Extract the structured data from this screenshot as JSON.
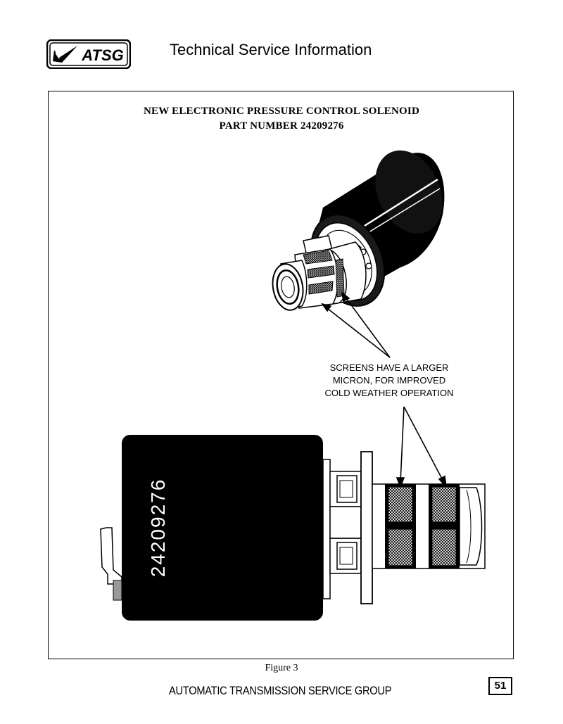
{
  "header": {
    "logo_text": "ATSG",
    "title": "Technical Service Information"
  },
  "figure": {
    "title_line1": "NEW ELECTRONIC PRESSURE CONTROL SOLENOID",
    "title_line2": "PART NUMBER 24209276",
    "callout_line1": "SCREENS HAVE A LARGER",
    "callout_line2": "MICRON, FOR IMPROVED",
    "callout_line3": "COLD WEATHER OPERATION",
    "part_number_printed": "24209276",
    "caption": "Figure 3"
  },
  "footer": {
    "organization": "AUTOMATIC TRANSMISSION SERVICE GROUP",
    "page_number": "51"
  }
}
